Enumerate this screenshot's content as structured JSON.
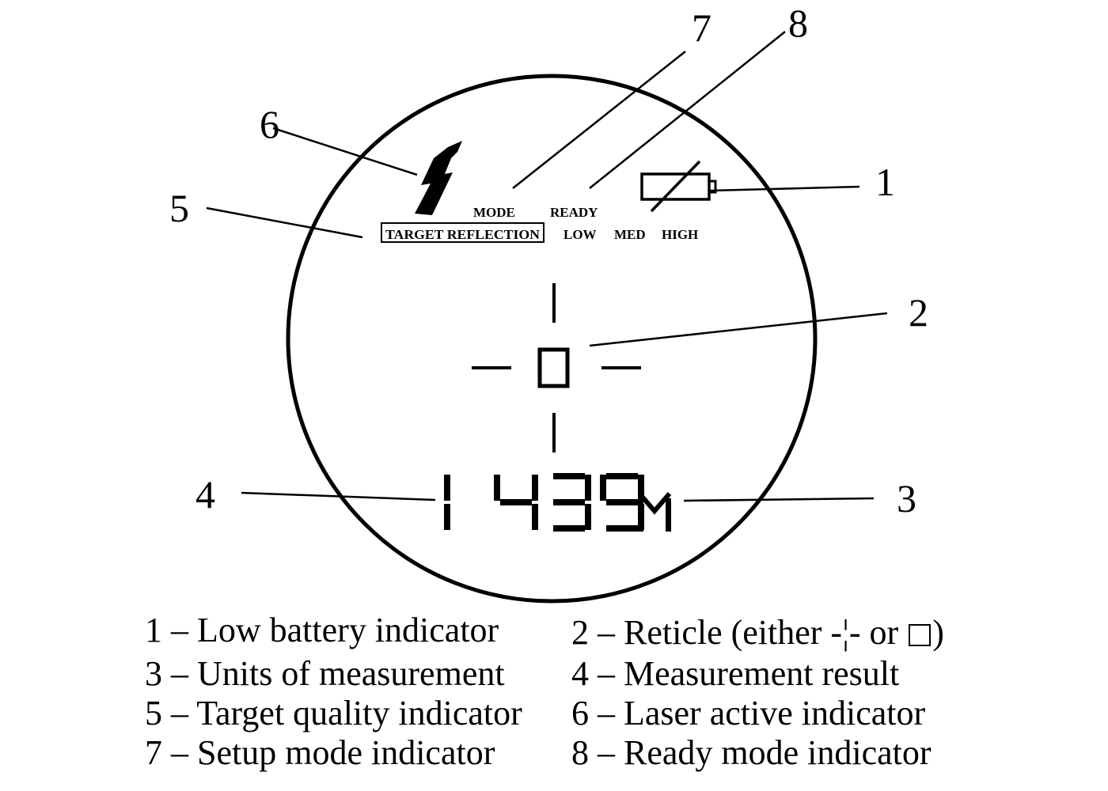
{
  "display": {
    "mode_label": "MODE",
    "ready_label": "READY",
    "target_reflection_label": "TARGET REFLECTION",
    "level_low": "LOW",
    "level_med": "MED",
    "level_high": "HIGH",
    "measurement_digits": "1439",
    "unit": "M"
  },
  "callouts": [
    "1",
    "2",
    "3",
    "4",
    "5",
    "6",
    "7",
    "8"
  ],
  "legend": [
    {
      "num": "1",
      "sep": " – ",
      "text": "Low battery indicator"
    },
    {
      "num": "2",
      "sep": " – ",
      "text": "Reticle (either ",
      "alt1": "-¦-",
      "or": " or ",
      "close": ")"
    },
    {
      "num": "3",
      "sep": " – ",
      "text": "Units of measurement"
    },
    {
      "num": "4",
      "sep": " – ",
      "text": "Measurement result"
    },
    {
      "num": "5",
      "sep": " – ",
      "text": "Target quality indicator"
    },
    {
      "num": "6",
      "sep": " – ",
      "text": "Laser active indicator"
    },
    {
      "num": "7",
      "sep": " – ",
      "text": "Setup mode indicator"
    },
    {
      "num": "8",
      "sep": " – ",
      "text": "Ready mode indicator"
    }
  ]
}
